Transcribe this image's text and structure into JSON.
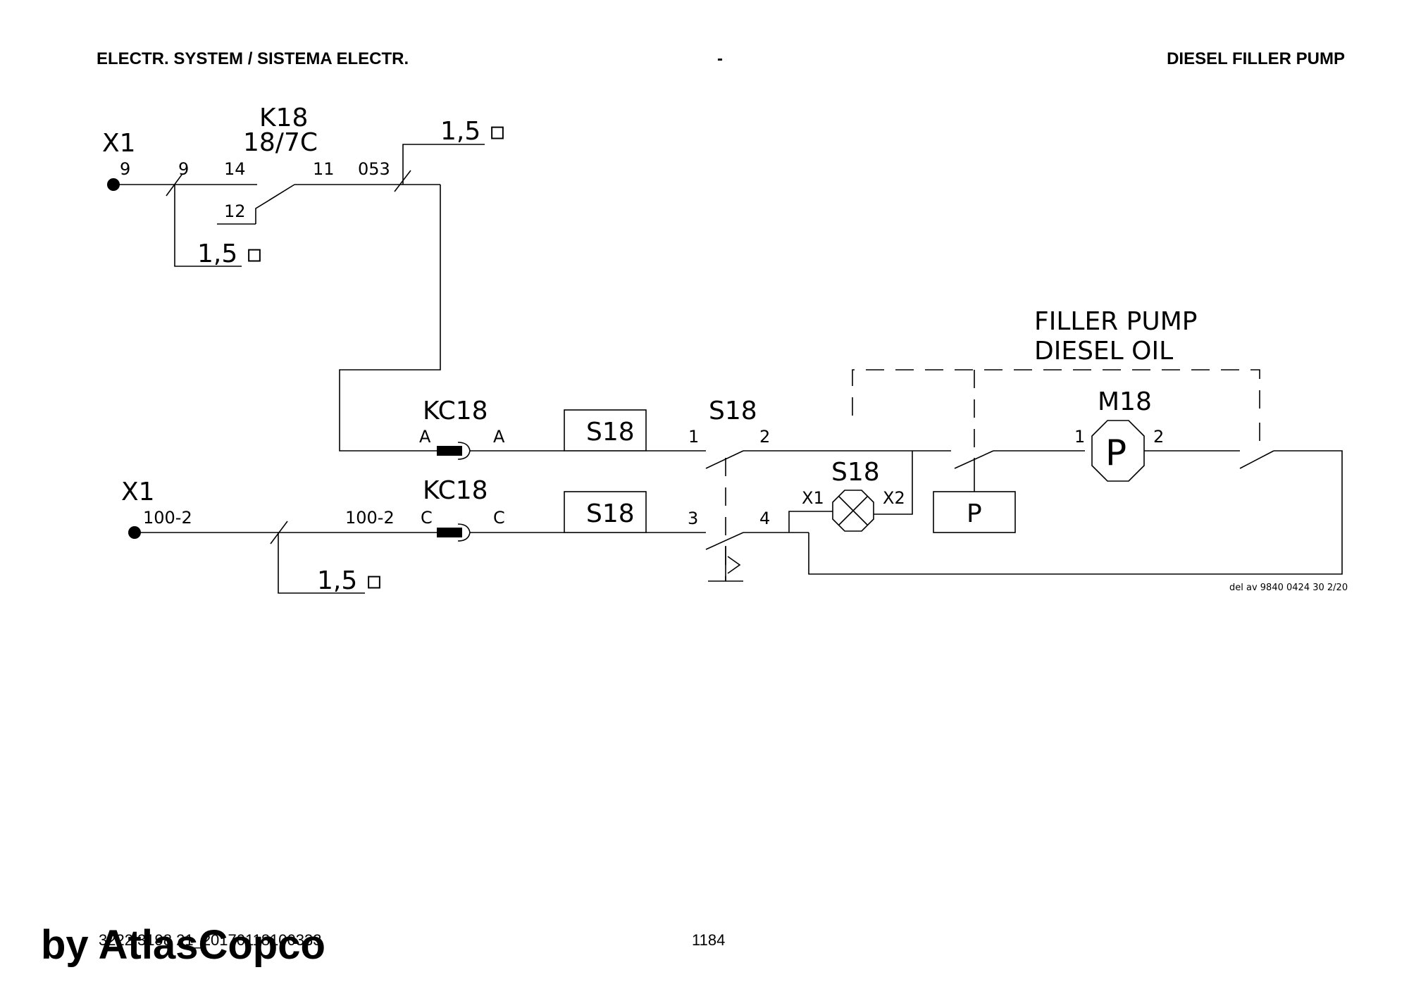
{
  "header": {
    "left": "ELECTR. SYSTEM / SISTEMA ELECTR.",
    "center": "-",
    "right": "DIESEL FILLER PUMP"
  },
  "diagram": {
    "x1_top": "X1",
    "x1_top_pin": "9",
    "k18_name": "K18",
    "k18_ref": "18/7C",
    "k18_pin_9": "9",
    "k18_pin_14": "14",
    "k18_pin_11": "11",
    "k18_pin_12": "12",
    "wire_053": "053",
    "cable_top": "1,5 ▫",
    "cable_mid": "1,5 ▫",
    "cable_bottom": "1,5 ▫",
    "kc18_top": "KC18",
    "kc18_top_pin_left": "A",
    "kc18_top_pin_right": "A",
    "kc18_bottom": "KC18",
    "kc18_bottom_pin_left": "C",
    "kc18_bottom_pin_right": "C",
    "s18_box_top": "S18",
    "s18_box_bottom": "S18",
    "s18_switch": "S18",
    "s18_pin_1": "1",
    "s18_pin_2": "2",
    "s18_pin_3": "3",
    "s18_pin_4": "4",
    "s18_lamp": "S18",
    "lamp_x1": "X1",
    "lamp_x2": "X2",
    "x1_bottom": "X1",
    "x1_bottom_pin": "100-2",
    "wire_100_2": "100-2",
    "filler_pump_line1": "FILLER PUMP",
    "filler_pump_line2": "DIESEL OIL",
    "m18_name": "M18",
    "m18_symbol": "P",
    "m18_pin_1": "1",
    "m18_pin_2": "2",
    "pressure_switch": "P",
    "reference": "del av 9840 0424 30  2/20"
  },
  "footer": {
    "doc_id": "3222 3198 21_20170118100333",
    "page": "1184",
    "watermark": "by AtlasCopco"
  }
}
